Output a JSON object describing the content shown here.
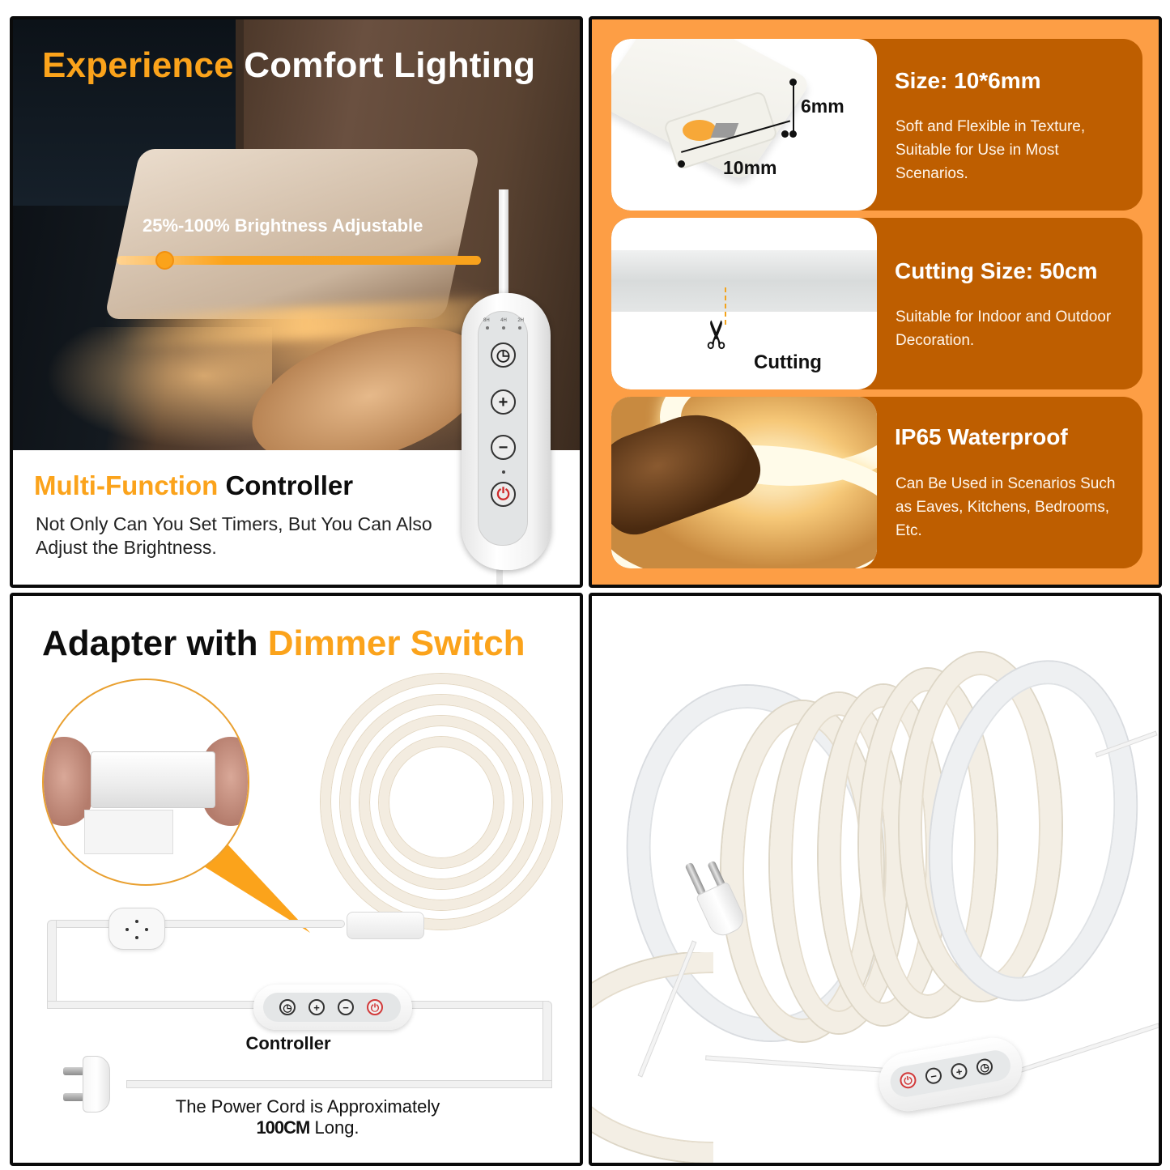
{
  "panels": {
    "comfort": {
      "title_highlight": "Experience",
      "title_rest": "Comfort Lighting",
      "brightness_label": "25%-100% Brightness Adjustable",
      "brightness_slider": {
        "min_percent": 25,
        "max_percent": 100,
        "thumb_position_percent": 25
      },
      "subtitle_highlight": "Multi-Function",
      "subtitle_rest": "Controller",
      "description": "Not Only Can You Set Timers, But You Can Also Adjust the Brightness.",
      "remote": {
        "timer_labels": [
          "8H",
          "4H",
          "2H"
        ],
        "buttons": [
          {
            "name": "timer",
            "glyph": "◷"
          },
          {
            "name": "plus",
            "glyph": "+"
          },
          {
            "name": "minus",
            "glyph": "−"
          },
          {
            "name": "power",
            "glyph": "⏻"
          }
        ]
      }
    },
    "features": {
      "items": [
        {
          "title": "Size: 10*6mm",
          "text": "Soft and Flexible in Texture, Suitable for Use in Most Scenarios.",
          "dim_height": "6mm",
          "dim_width": "10mm"
        },
        {
          "title": "Cutting Size: 50cm",
          "text": "Suitable for Indoor and Outdoor Decoration.",
          "cut_label": "Cutting",
          "scissors_glyph": "✂"
        },
        {
          "title": "IP65 Waterproof",
          "text": "Can Be Used in Scenarios Such as Eaves, Kitchens, Bedrooms, Etc."
        }
      ]
    },
    "adapter": {
      "title_dark": "Adapter with",
      "title_highlight": "Dimmer Switch",
      "controller_label": "Controller",
      "controller_buttons": [
        "◷",
        "+",
        "−",
        "⏻"
      ],
      "cord_text_line1": "The Power Cord is Approximately",
      "cord_length": "100CM",
      "cord_text_tail": "Long."
    },
    "product": {
      "controller_buttons": [
        "⏻",
        "−",
        "+",
        "◷"
      ]
    }
  },
  "colors": {
    "accent_orange": "#fba31b",
    "feature_panel_bg": "#fd9e45",
    "feature_card_bg": "#be5e00",
    "border": "#0a0a0a",
    "power_red": "#cf2b2b"
  }
}
